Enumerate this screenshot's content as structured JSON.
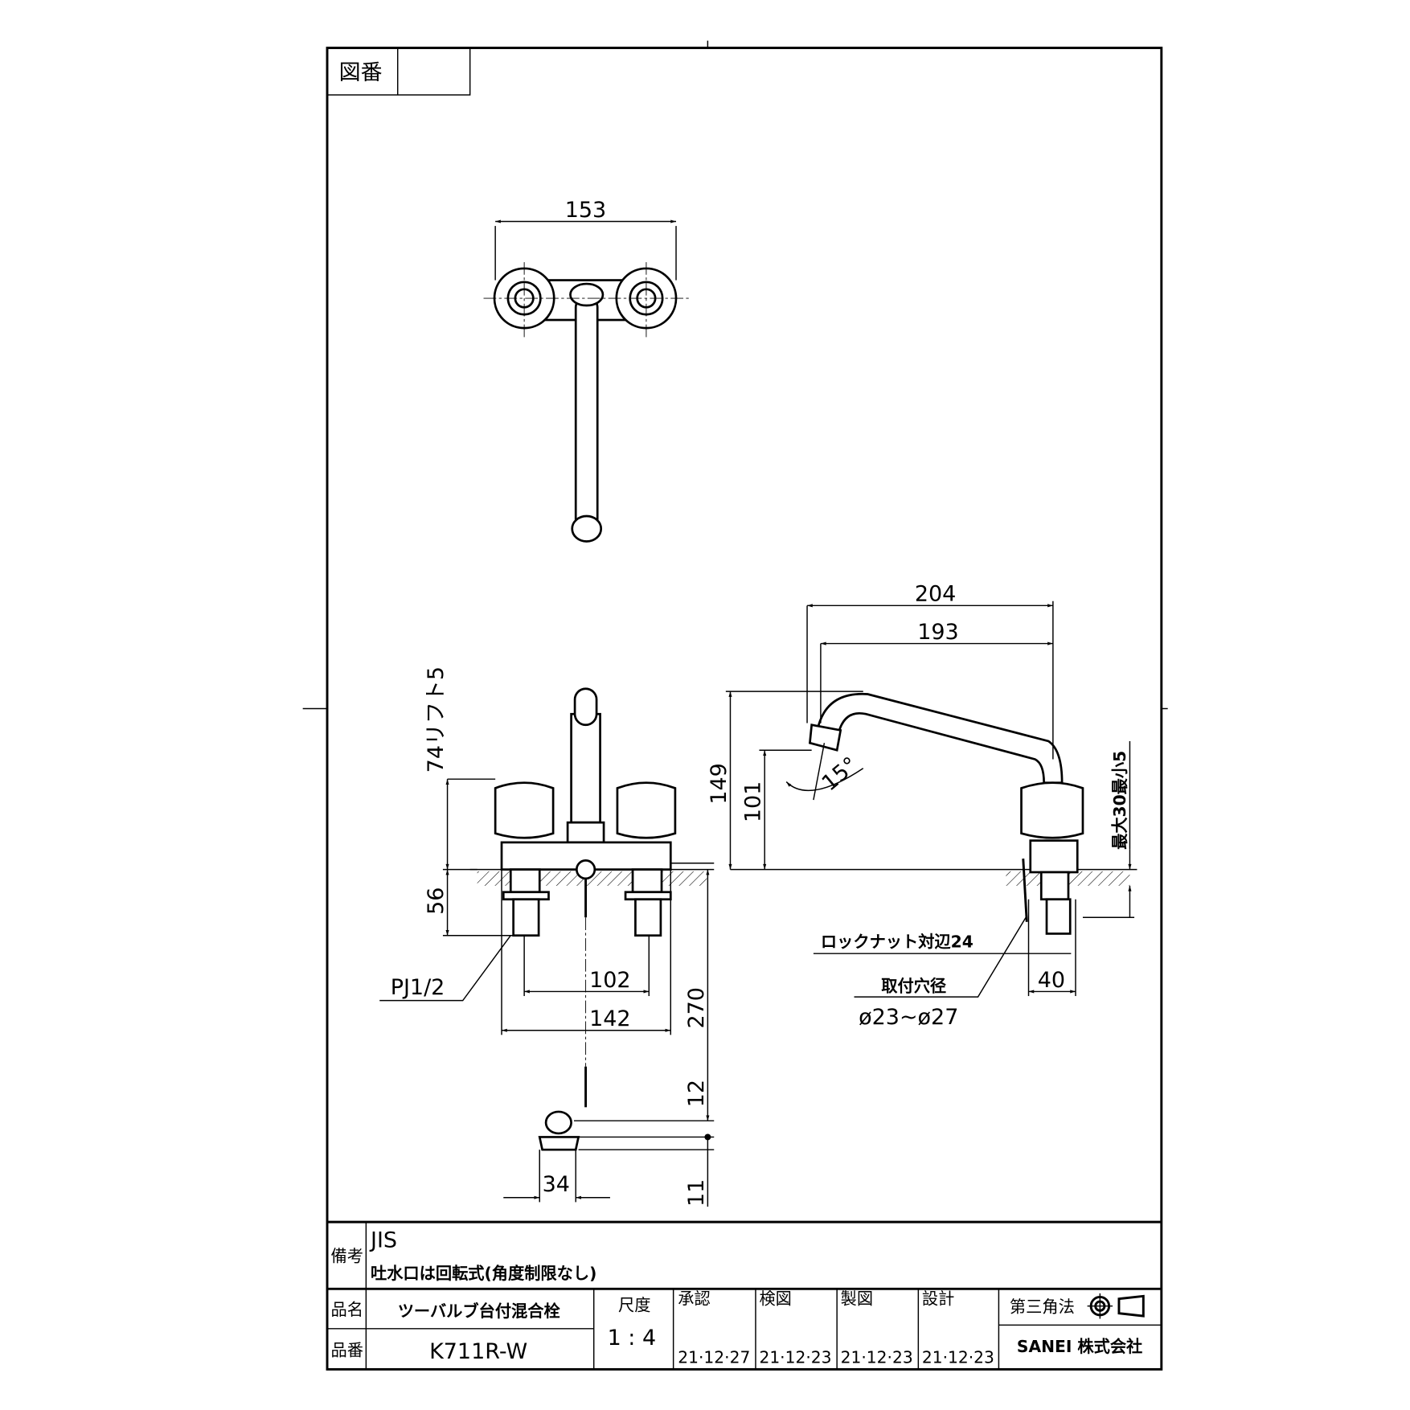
{
  "drawing_number_label": "図番",
  "drawing_number_value": "",
  "top_view": {
    "dim_width": "153"
  },
  "front_view": {
    "dim_lift": "74リフト5",
    "dim_shank": "56",
    "dim_pitch": "102",
    "dim_base_width": "142",
    "dim_chain": "270",
    "dim_ring": "12",
    "dim_plug": "11",
    "dim_plug_width": "34",
    "thread_label": "PJ1/2"
  },
  "side_view": {
    "dim_reach_total": "204",
    "dim_reach": "193",
    "dim_height": "149",
    "dim_spout_height": "101",
    "angle": "15°",
    "dim_counter": "最大30最小5",
    "locknut_label": "ロックナット対辺24",
    "hole_label": "取付穴径",
    "hole_value": "ø23~ø27",
    "dim_shank_width": "40"
  },
  "title_block": {
    "remarks_label": "備考",
    "remarks": [
      "JIS",
      "吐水口は回転式(角度制限なし)"
    ],
    "name_label": "品名",
    "name": "ツーバルブ台付混合栓",
    "number_label": "品番",
    "number": "K711R-W",
    "scale_label": "尺度",
    "scale": "1 : 4",
    "approvals": [
      {
        "label": "承認",
        "date": "21·12·27"
      },
      {
        "label": "検図",
        "date": "21·12·23"
      },
      {
        "label": "製図",
        "date": "21·12·23"
      },
      {
        "label": "設計",
        "date": "21·12·23"
      }
    ],
    "projection": "第三角法",
    "company": "SANEI 株式会社"
  }
}
